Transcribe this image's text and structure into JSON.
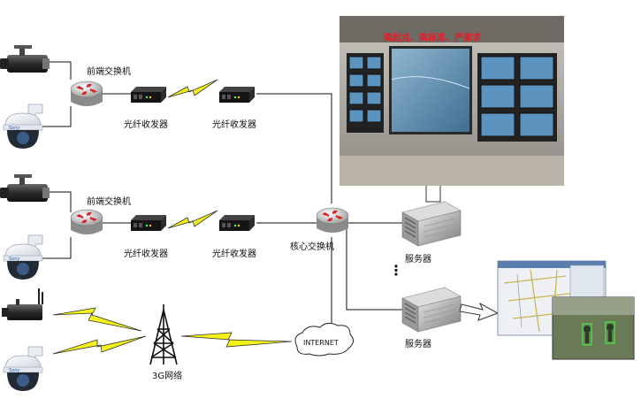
{
  "labels": {
    "front_switch_1": "前端交换机",
    "front_switch_2": "前端交换机",
    "transceiver_1a": "光纤收发器",
    "transceiver_1b": "光纤收发器",
    "transceiver_2a": "光纤收发器",
    "transceiver_2b": "光纤收发器",
    "core_switch": "核心交换机",
    "server_1": "服务器",
    "server_2": "服务器",
    "network_3g": "3G网络",
    "internet": "INTERNET",
    "banner": "高起点、高标准、严要求",
    "ellipsis": "⋮"
  },
  "colors": {
    "line": "#111111",
    "lightning_fill": "#f2f21a",
    "switch_arrows": "#d4232a",
    "banner_text": "#e0202a",
    "video_wall": "#4d86ad"
  },
  "icons": [
    "box-camera-icon",
    "dome-camera-icon",
    "switch-router-icon",
    "fiber-transceiver-icon",
    "lightning-link-icon",
    "server-icon",
    "radio-tower-icon",
    "internet-cloud-icon",
    "video-wall-photo",
    "map-monitoring-screenshot"
  ]
}
